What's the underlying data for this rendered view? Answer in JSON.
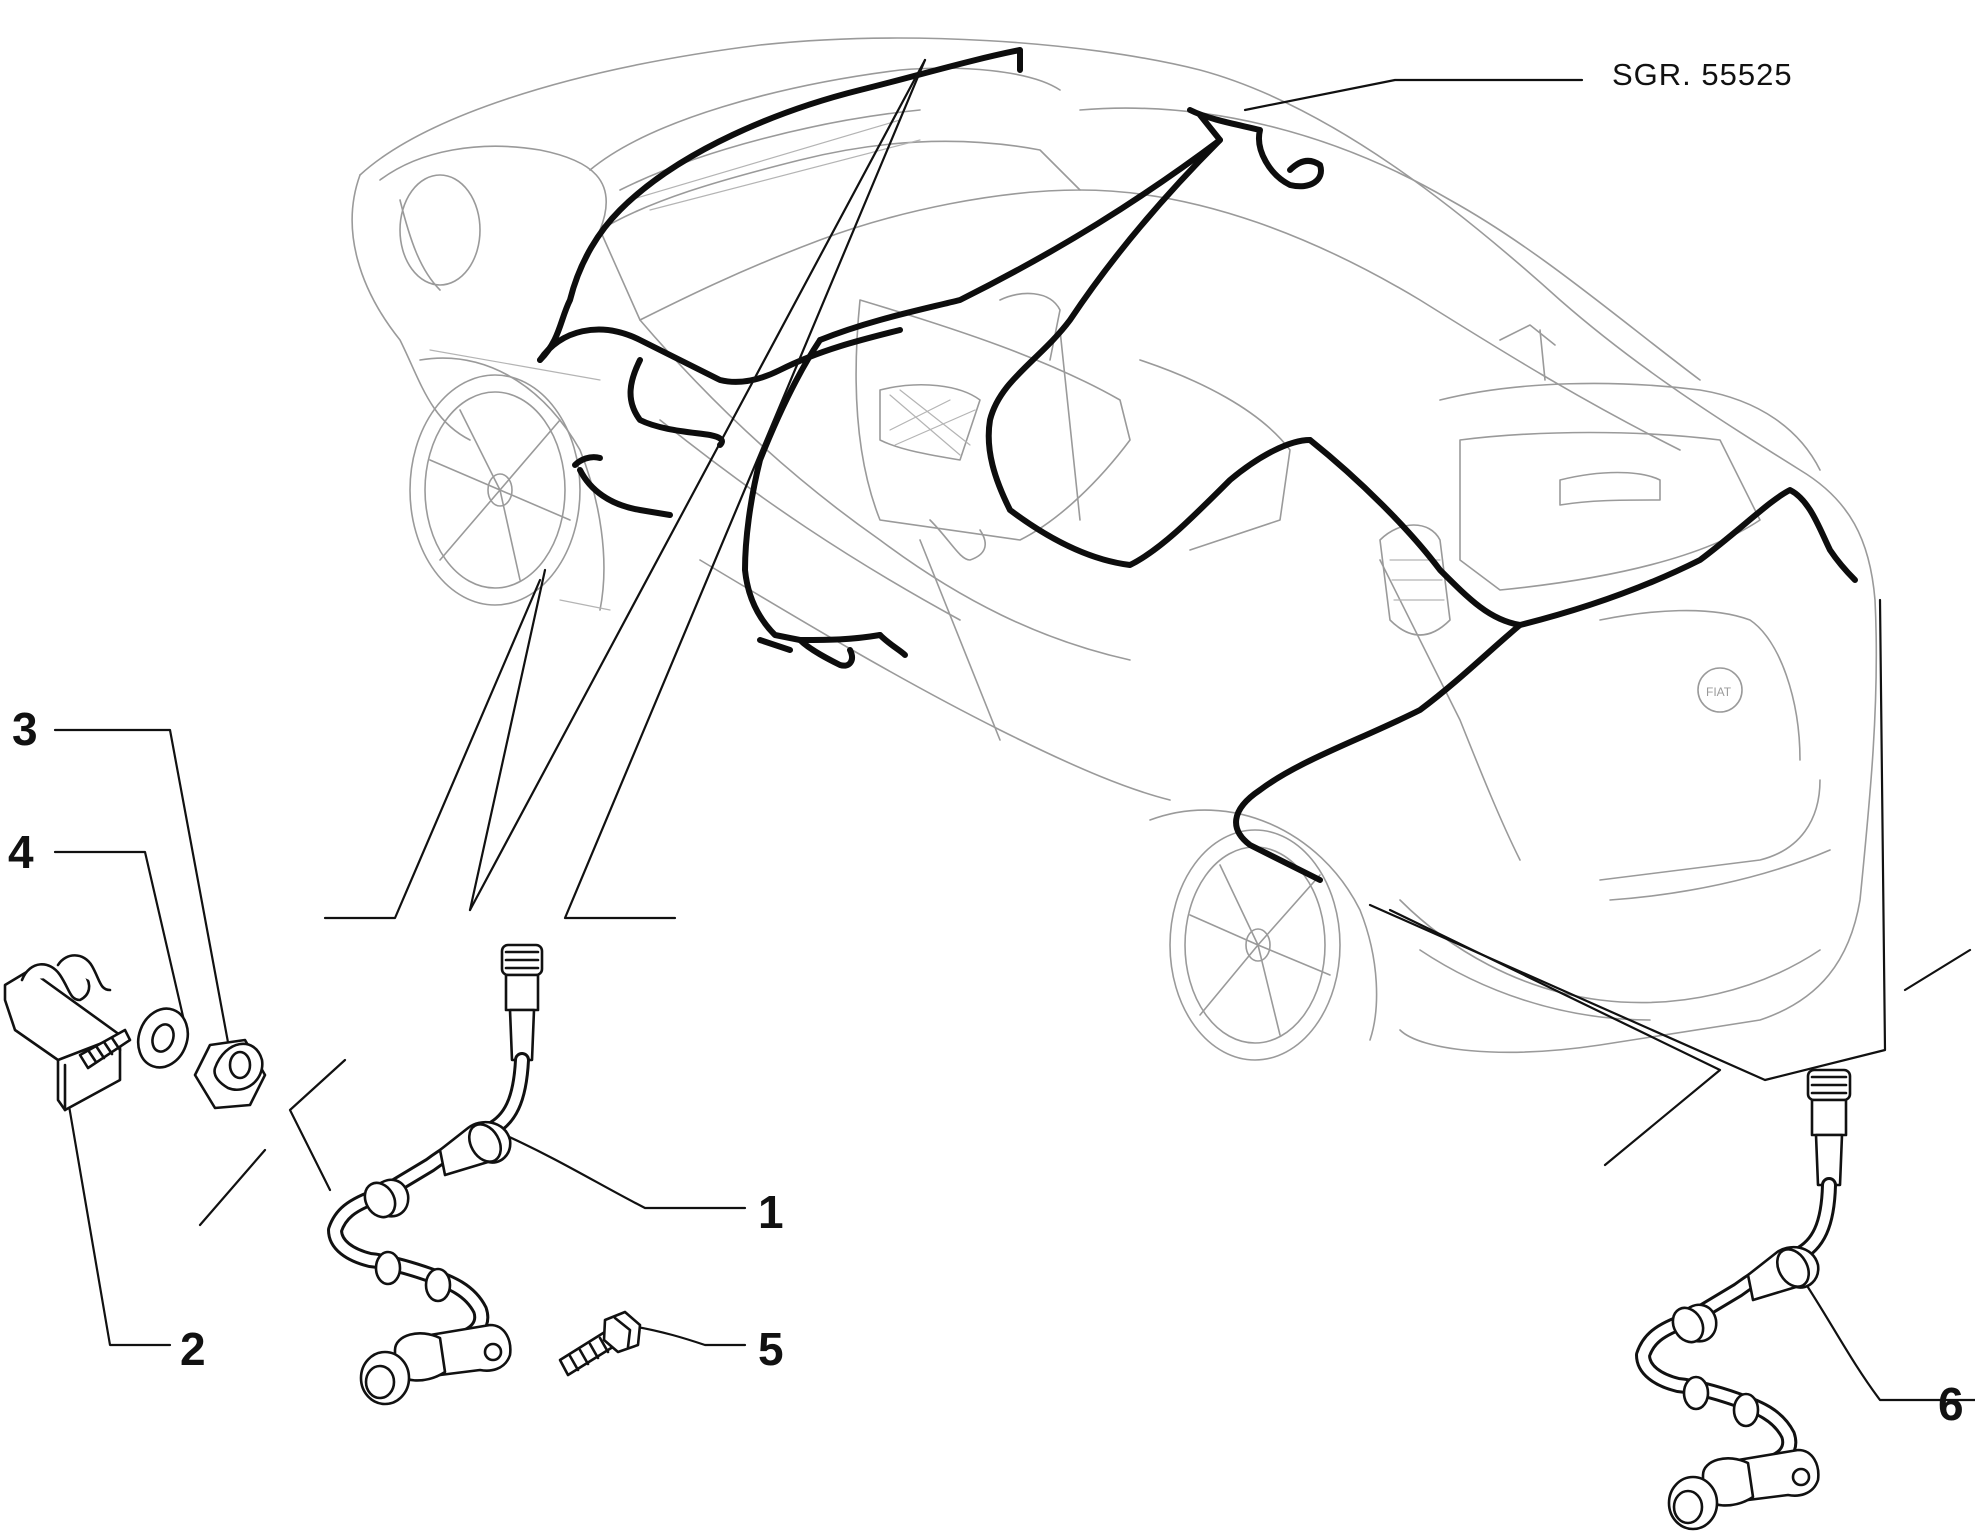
{
  "reference": {
    "label": "SGR. 55525"
  },
  "callouts": [
    {
      "id": "1",
      "label": "1"
    },
    {
      "id": "2",
      "label": "2"
    },
    {
      "id": "3",
      "label": "3"
    },
    {
      "id": "4",
      "label": "4"
    },
    {
      "id": "5",
      "label": "5"
    },
    {
      "id": "6",
      "label": "6"
    }
  ],
  "colors": {
    "ink": "#111111",
    "outline": "#9a9a9a",
    "background": "#ffffff"
  },
  "icons": [
    "car-outline-icon",
    "wiring-harness-icon",
    "wheel-speed-sensor-icon",
    "bracket-icon",
    "washer-icon",
    "nut-icon",
    "bolt-icon"
  ]
}
